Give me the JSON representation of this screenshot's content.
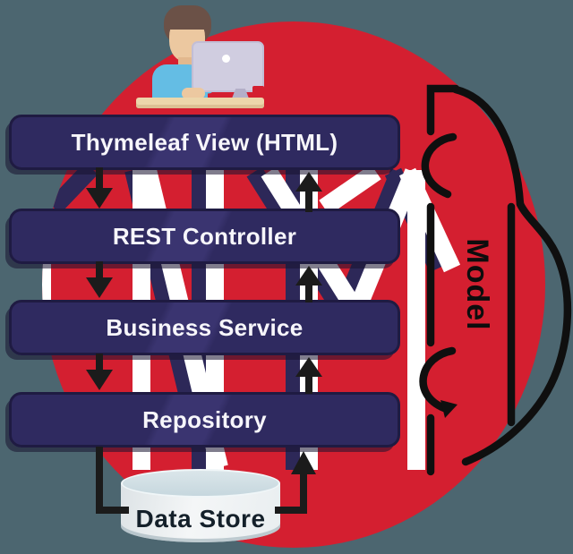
{
  "diagram": {
    "layers": [
      {
        "label": "Thymeleaf View (HTML)"
      },
      {
        "label": "REST Controller"
      },
      {
        "label": "Business Service"
      },
      {
        "label": "Repository"
      }
    ],
    "datastore_label": "Data Store",
    "model_label": "Model"
  },
  "icons": {
    "person": "developer-at-computer",
    "arrows": [
      "arrow-down-icon",
      "arrow-up-icon"
    ]
  },
  "colors": {
    "background": "#4c6670",
    "circle": "#d41f30",
    "box": "#2f2a60",
    "box_border": "#1f1b42",
    "arrow": "#1b1b1b",
    "brace": "#0f0f0f",
    "watermark": "#ffffff",
    "watermark_shadow": "#2d2858",
    "text_light": "#f7f6fb",
    "text_dark": "#14202a"
  }
}
